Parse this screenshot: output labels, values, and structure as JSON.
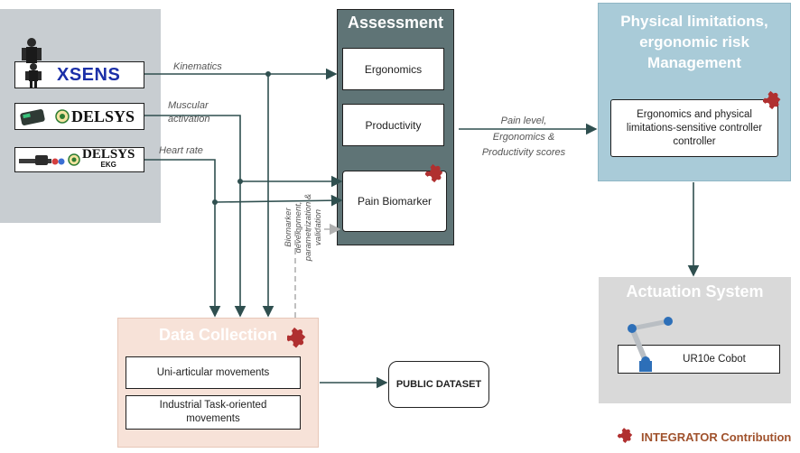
{
  "sensors": {
    "xsens": {
      "logo": "XSENS"
    },
    "delsys_emg": {
      "logo": "DELSYS"
    },
    "delsys_ekg": {
      "logo": "DELSYS",
      "sub": "EKG"
    }
  },
  "signals": {
    "kinematics": "Kinematics",
    "muscular_line1": "Muscular",
    "muscular_line2": "activation",
    "heart_rate": "Heart rate"
  },
  "assessment": {
    "title": "Assessment",
    "ergonomics": "Ergonomics",
    "productivity": "Productivity",
    "pain_biomarker": "Pain Biomarker"
  },
  "assessment_output": {
    "line1": "Pain level,",
    "line2": "Ergonomics &",
    "line3": "Productivity scores"
  },
  "physical": {
    "title_line1": "Physical limitations,",
    "title_line2": "ergonomic risk",
    "title_line3": "Management",
    "controller_line1": "Ergonomics and physical",
    "controller_line2": "limitations-sensitive controller",
    "controller_line3": "controller"
  },
  "actuation": {
    "title": "Actuation System",
    "cobot": "UR10e Cobot"
  },
  "biomarker_label": {
    "line1": "Biomarker",
    "line2": "development,",
    "line3": "parametrization &",
    "line4": "validation"
  },
  "data_collection": {
    "title": "Data Collection",
    "item1": "Uni-articular movements",
    "item2_line1": "Industrial Task-oriented",
    "item2_line2": "movements"
  },
  "public_dataset": "PUBLIC DATASET",
  "legend": {
    "text": "INTEGRATOR Contribution",
    "icon": "puzzle-icon",
    "color": "#b03030"
  },
  "colors": {
    "assessment_bg": "#5f7476",
    "physical_bg": "#a9cbd8",
    "actuation_bg": "#d9d9d9",
    "data_collection_bg": "#f7e2d8",
    "sensor_panel_bg": "#c8cdd1",
    "arrow": "#2f4f4f"
  }
}
